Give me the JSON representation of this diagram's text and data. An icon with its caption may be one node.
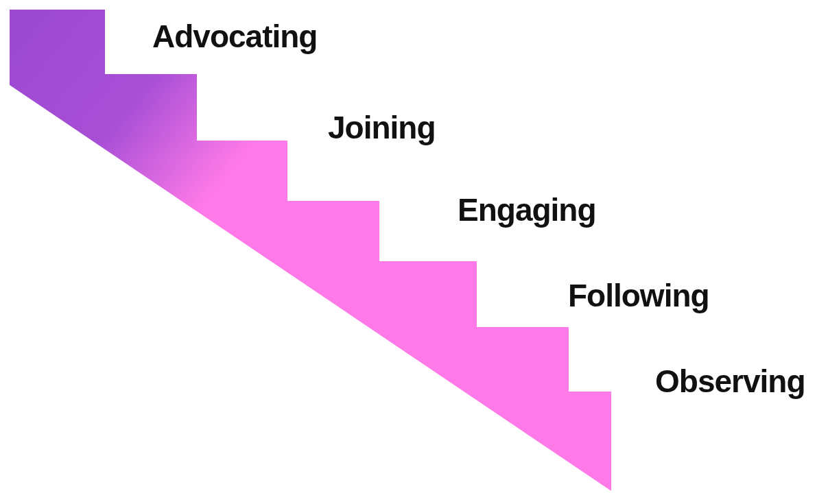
{
  "diagram": {
    "labels": [
      "Advocating",
      "Joining",
      "Engaging",
      "Following",
      "Observing"
    ]
  }
}
